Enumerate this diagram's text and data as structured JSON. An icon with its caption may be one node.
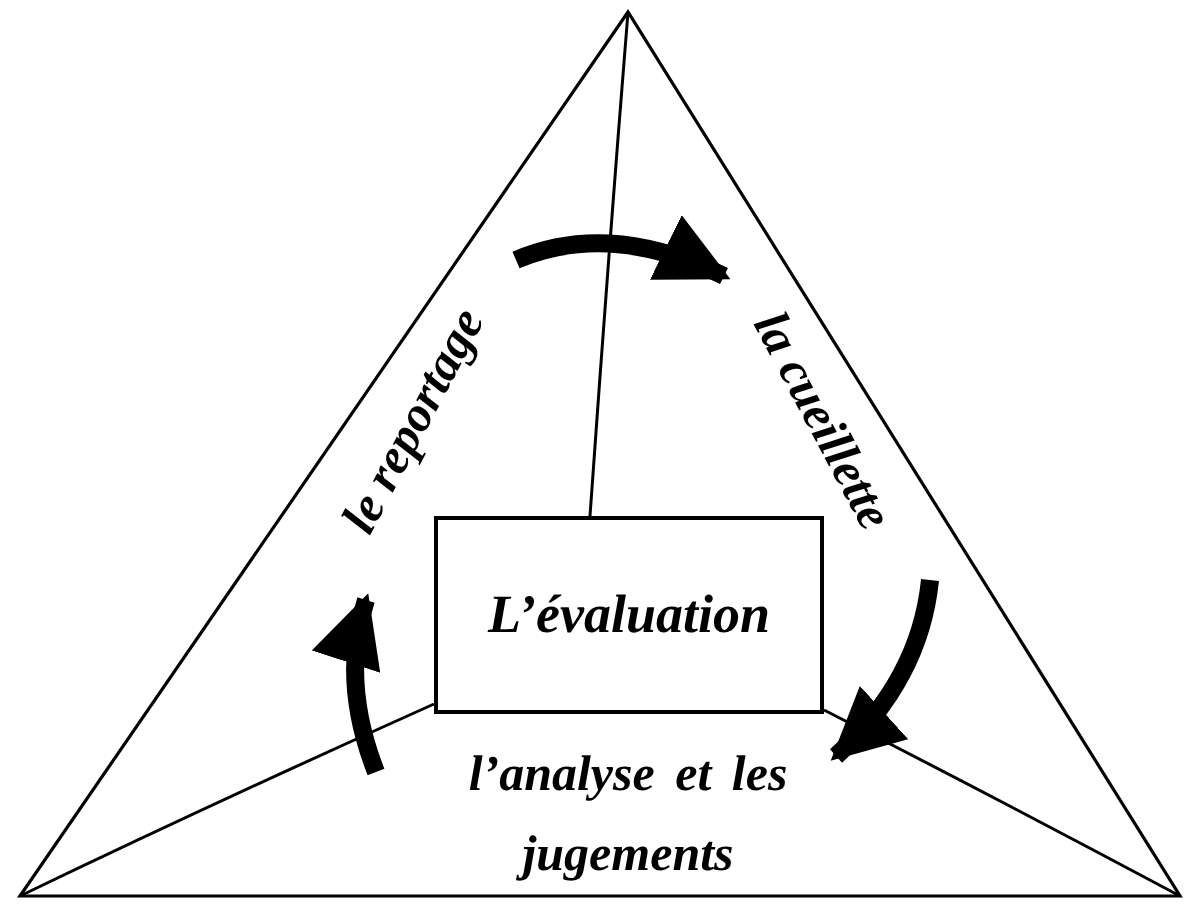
{
  "diagram": {
    "nodes": [
      {
        "text": [],
        "shape": "triangle"
      },
      {
        "text": [
          "L’évaluation"
        ],
        "in": 0
      },
      {
        "text": [
          "la cueillette"
        ],
        "in": 0
      },
      {
        "text": [
          "l’analyse et les jugements"
        ],
        "in": 0
      },
      {
        "text": [
          "le reportage"
        ],
        "in": 0
      }
    ],
    "edges": [
      {
        "from": 1,
        "to": 0,
        "arrow": "none"
      },
      {
        "from": 1,
        "to": 0,
        "arrow": "none"
      },
      {
        "from": 1,
        "to": 0,
        "arrow": "none"
      },
      {
        "from": 4,
        "to": 2,
        "arrow": "to",
        "style": "thick"
      },
      {
        "from": 2,
        "to": 3,
        "arrow": "to",
        "style": "thick"
      },
      {
        "from": 3,
        "to": 4,
        "arrow": "to",
        "style": "thick"
      }
    ]
  }
}
